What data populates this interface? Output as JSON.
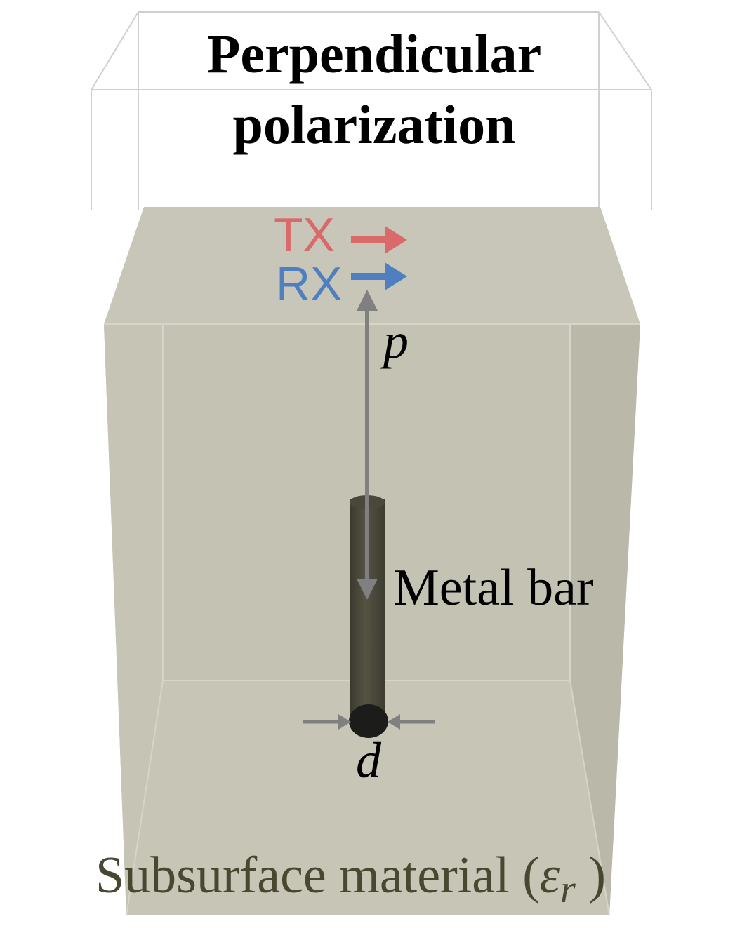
{
  "title": {
    "line1": "Perpendicular",
    "line2": "polarization"
  },
  "antennas": {
    "tx_label": "TX",
    "rx_label": "RX",
    "tx_color": "#d9696b",
    "rx_color": "#4f7fbf"
  },
  "labels": {
    "distance_symbol": "p",
    "diameter_symbol": "d",
    "metal_bar": "Metal bar",
    "material_prefix": "Subsurface material (",
    "permittivity_symbol": "ε",
    "permittivity_subscript": "r",
    "material_suffix": " )"
  },
  "colors": {
    "material_fill": "#c5c4b5",
    "bar_fill": "#4a483a",
    "bar_end": "#1c1c1a",
    "dimension_arrow": "#808080",
    "material_text": "#4a4730",
    "box_edge": "#d0d0d0"
  },
  "icons": {
    "tx_arrow": "arrow-right-icon",
    "rx_arrow": "arrow-right-icon",
    "p_arrow": "double-arrow-vertical-icon",
    "d_arrows": "inward-arrows-icon"
  }
}
